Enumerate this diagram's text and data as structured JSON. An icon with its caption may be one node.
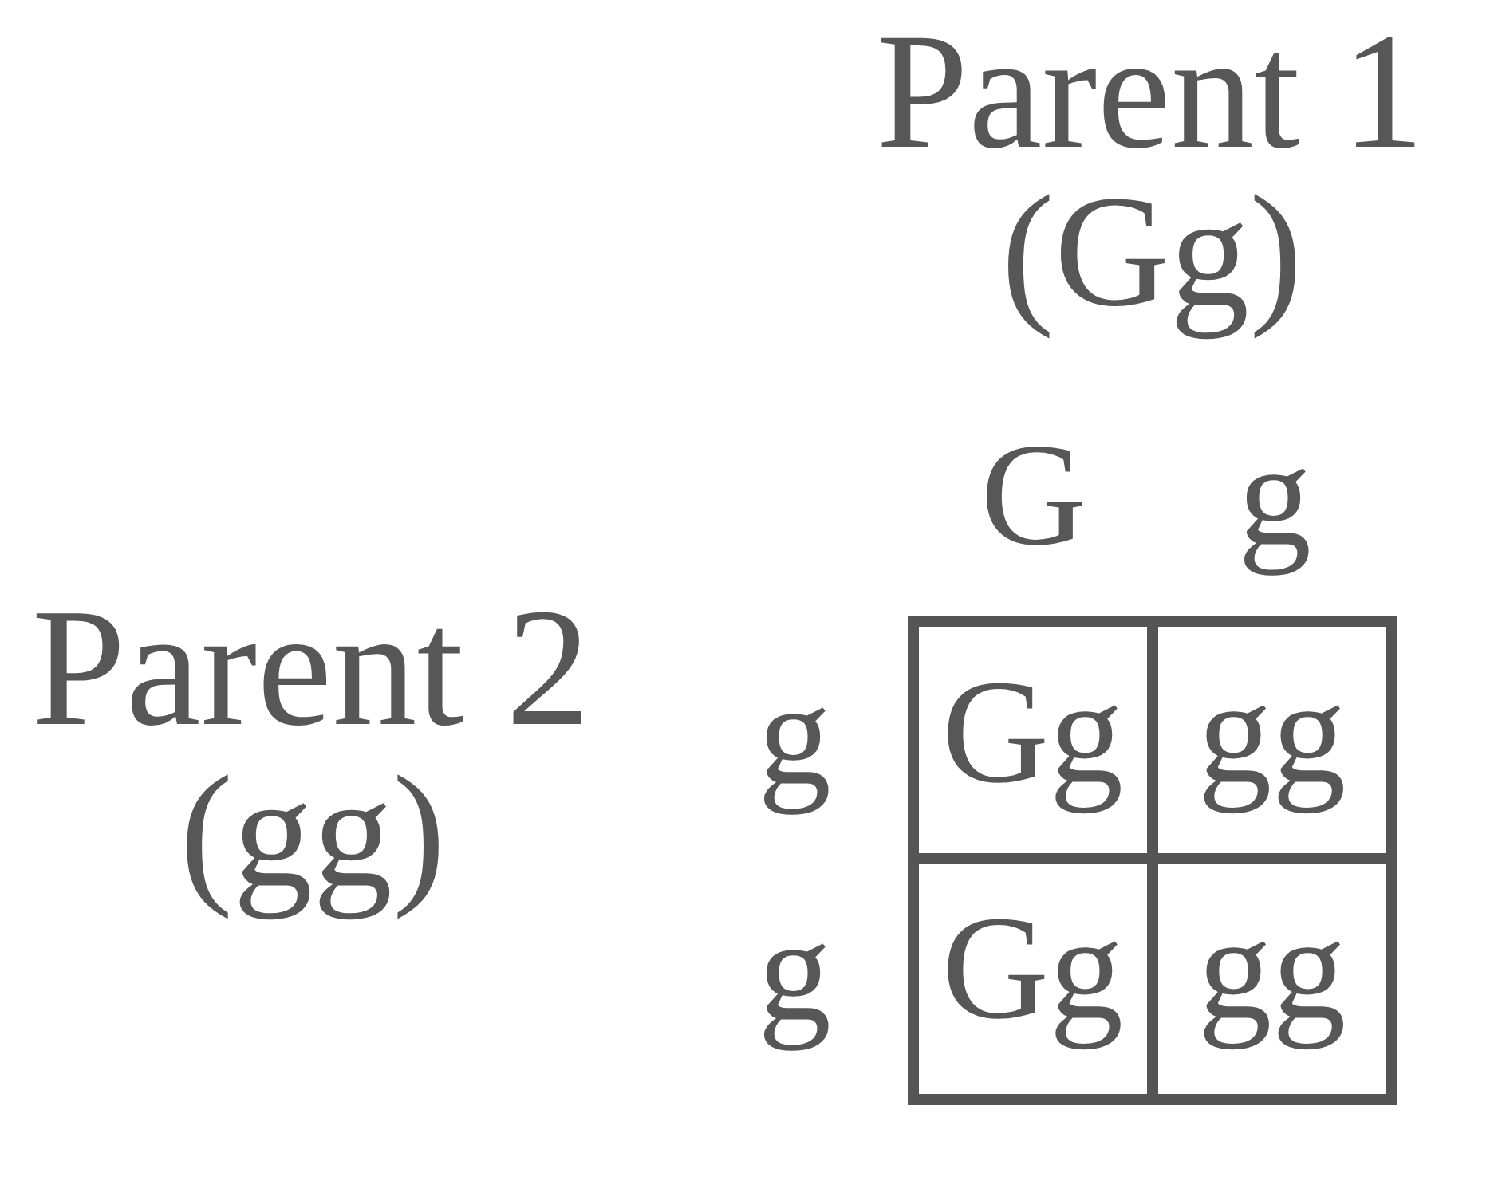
{
  "diagram": {
    "nodes": [
      {
        "text": [
          "Gg"
        ]
      },
      {
        "text": [
          "gg"
        ]
      },
      {
        "text": [
          "Gg"
        ]
      },
      {
        "text": [
          "gg"
        ]
      }
    ],
    "labels": [
      "Parent 1",
      "(Gg)",
      "G",
      "g",
      "Parent 2",
      "(gg)",
      "g",
      "g"
    ]
  }
}
